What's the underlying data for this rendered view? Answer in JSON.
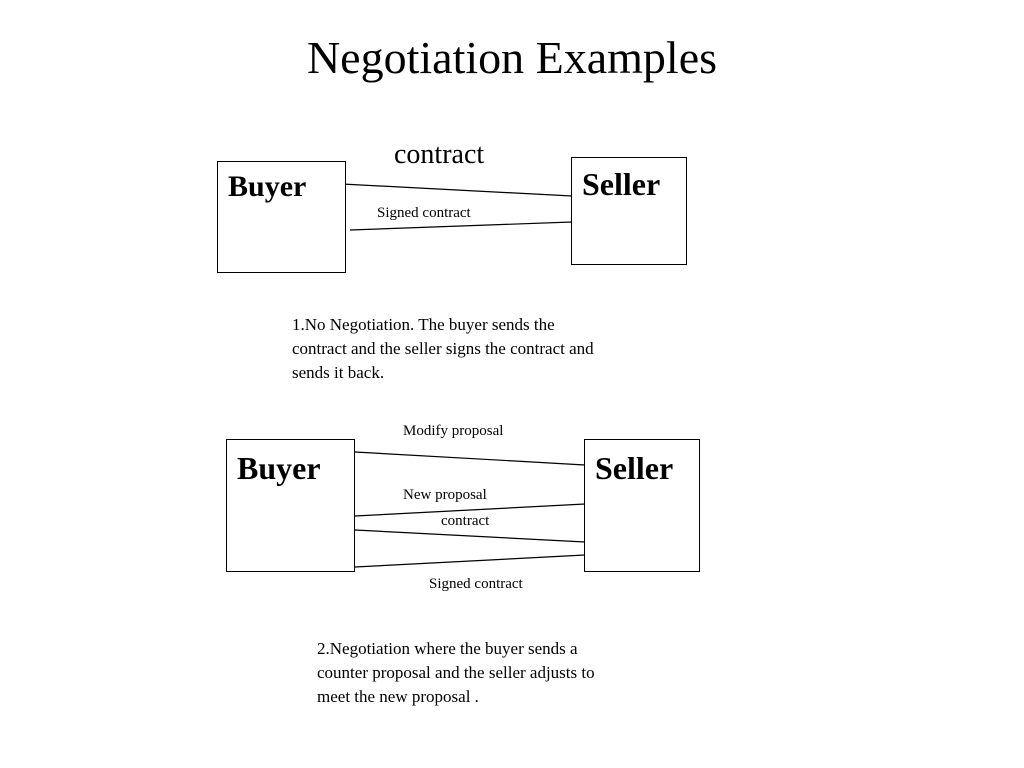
{
  "title": "Negotiation Examples",
  "example1": {
    "buyer_label": "Buyer",
    "seller_label": "Seller",
    "message_1": "contract",
    "message_2": "Signed contract",
    "description": "1.No Negotiation. The buyer sends the\ncontract and the seller signs the contract and\nsends it back."
  },
  "example2": {
    "buyer_label": "Buyer",
    "seller_label": "Seller",
    "message_1": "Modify proposal",
    "message_2": "New proposal",
    "message_3": "contract",
    "message_4": "Signed contract",
    "description": "2.Negotiation where the buyer sends a\ncounter proposal and the seller adjusts to\nmeet the new proposal ."
  }
}
